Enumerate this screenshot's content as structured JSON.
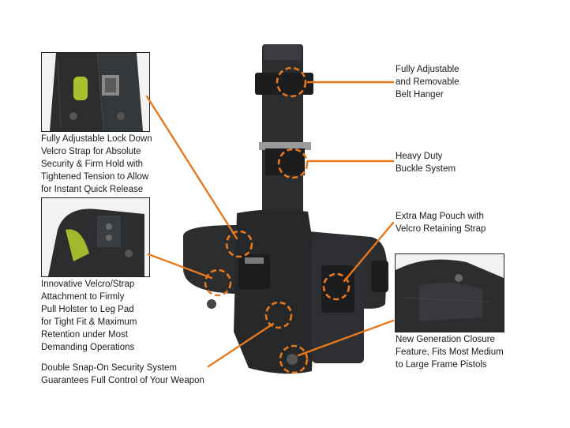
{
  "callouts": {
    "belt_hanger": "Fully Adjustable\nand Removable\nBelt Hanger",
    "buckle": "Heavy Duty\nBuckle System",
    "mag_pouch": "Extra Mag Pouch with\nVelcro Retaining Strap",
    "closure": "New Generation Closure\nFeature, Fits Most Medium\nto Large Frame Pistols",
    "lock_down": "Fully Adjustable Lock Down\nVelcro Strap for Absolute\nSecurity & Firm Hold with\nTightened Tension to Allow\nfor Instant Quick Release",
    "velcro_strap": "Innovative Velcro/Strap\nAttachment to Firmly\nPull Holster to Leg Pad\nfor Tight Fit & Maximum\nRetention under Most\nDemanding Operations",
    "snap_on": "Double Snap-On Security System\nGuarantees Full Control of Your Weapon"
  },
  "colors": {
    "accent": "#e8781e",
    "nylon": "#2b2d2f",
    "nylon_dark": "#1c1d1f",
    "text": "#1a1a1a"
  }
}
